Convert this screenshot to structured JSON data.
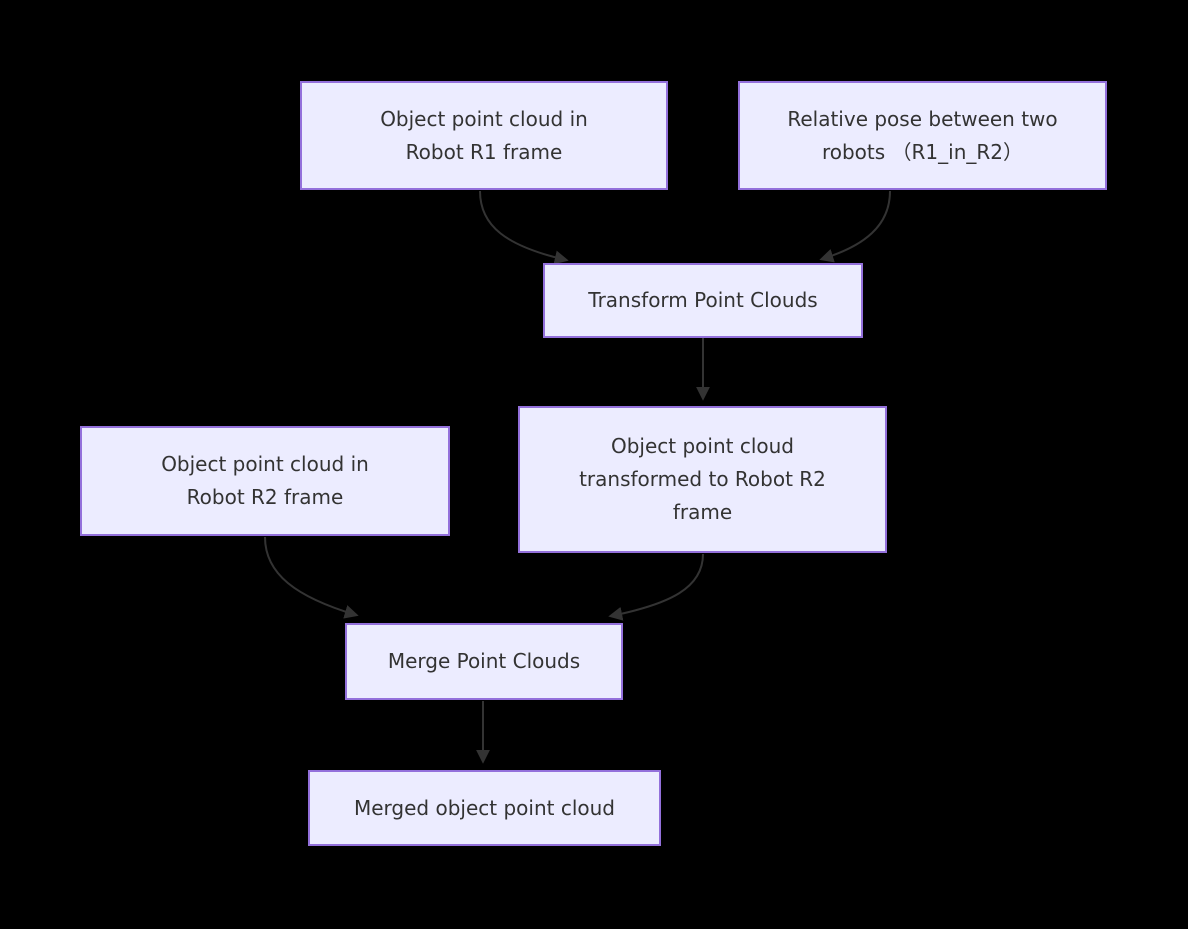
{
  "diagram": {
    "type": "flowchart",
    "direction": "top-down",
    "colors": {
      "background": "#000000",
      "node_fill": "#ECECFF",
      "node_border": "#9370DB",
      "edge": "#333333",
      "text": "#333333"
    },
    "nodes": [
      {
        "id": "pc_r1",
        "label": "Object point cloud in\nRobot R1 frame"
      },
      {
        "id": "rel_pose",
        "label": "Relative pose between two\nrobots （R1_in_R2）"
      },
      {
        "id": "transform",
        "label": "Transform Point Clouds"
      },
      {
        "id": "pc_transformed",
        "label": "Object point cloud\ntransformed to Robot R2\nframe"
      },
      {
        "id": "pc_r2",
        "label": "Object point cloud in\nRobot R2 frame"
      },
      {
        "id": "merge",
        "label": "Merge Point Clouds"
      },
      {
        "id": "merged",
        "label": "Merged object point cloud"
      }
    ],
    "edges": [
      {
        "from": "pc_r1",
        "to": "transform"
      },
      {
        "from": "rel_pose",
        "to": "transform"
      },
      {
        "from": "transform",
        "to": "pc_transformed"
      },
      {
        "from": "pc_transformed",
        "to": "merge"
      },
      {
        "from": "pc_r2",
        "to": "merge"
      },
      {
        "from": "merge",
        "to": "merged"
      }
    ]
  }
}
